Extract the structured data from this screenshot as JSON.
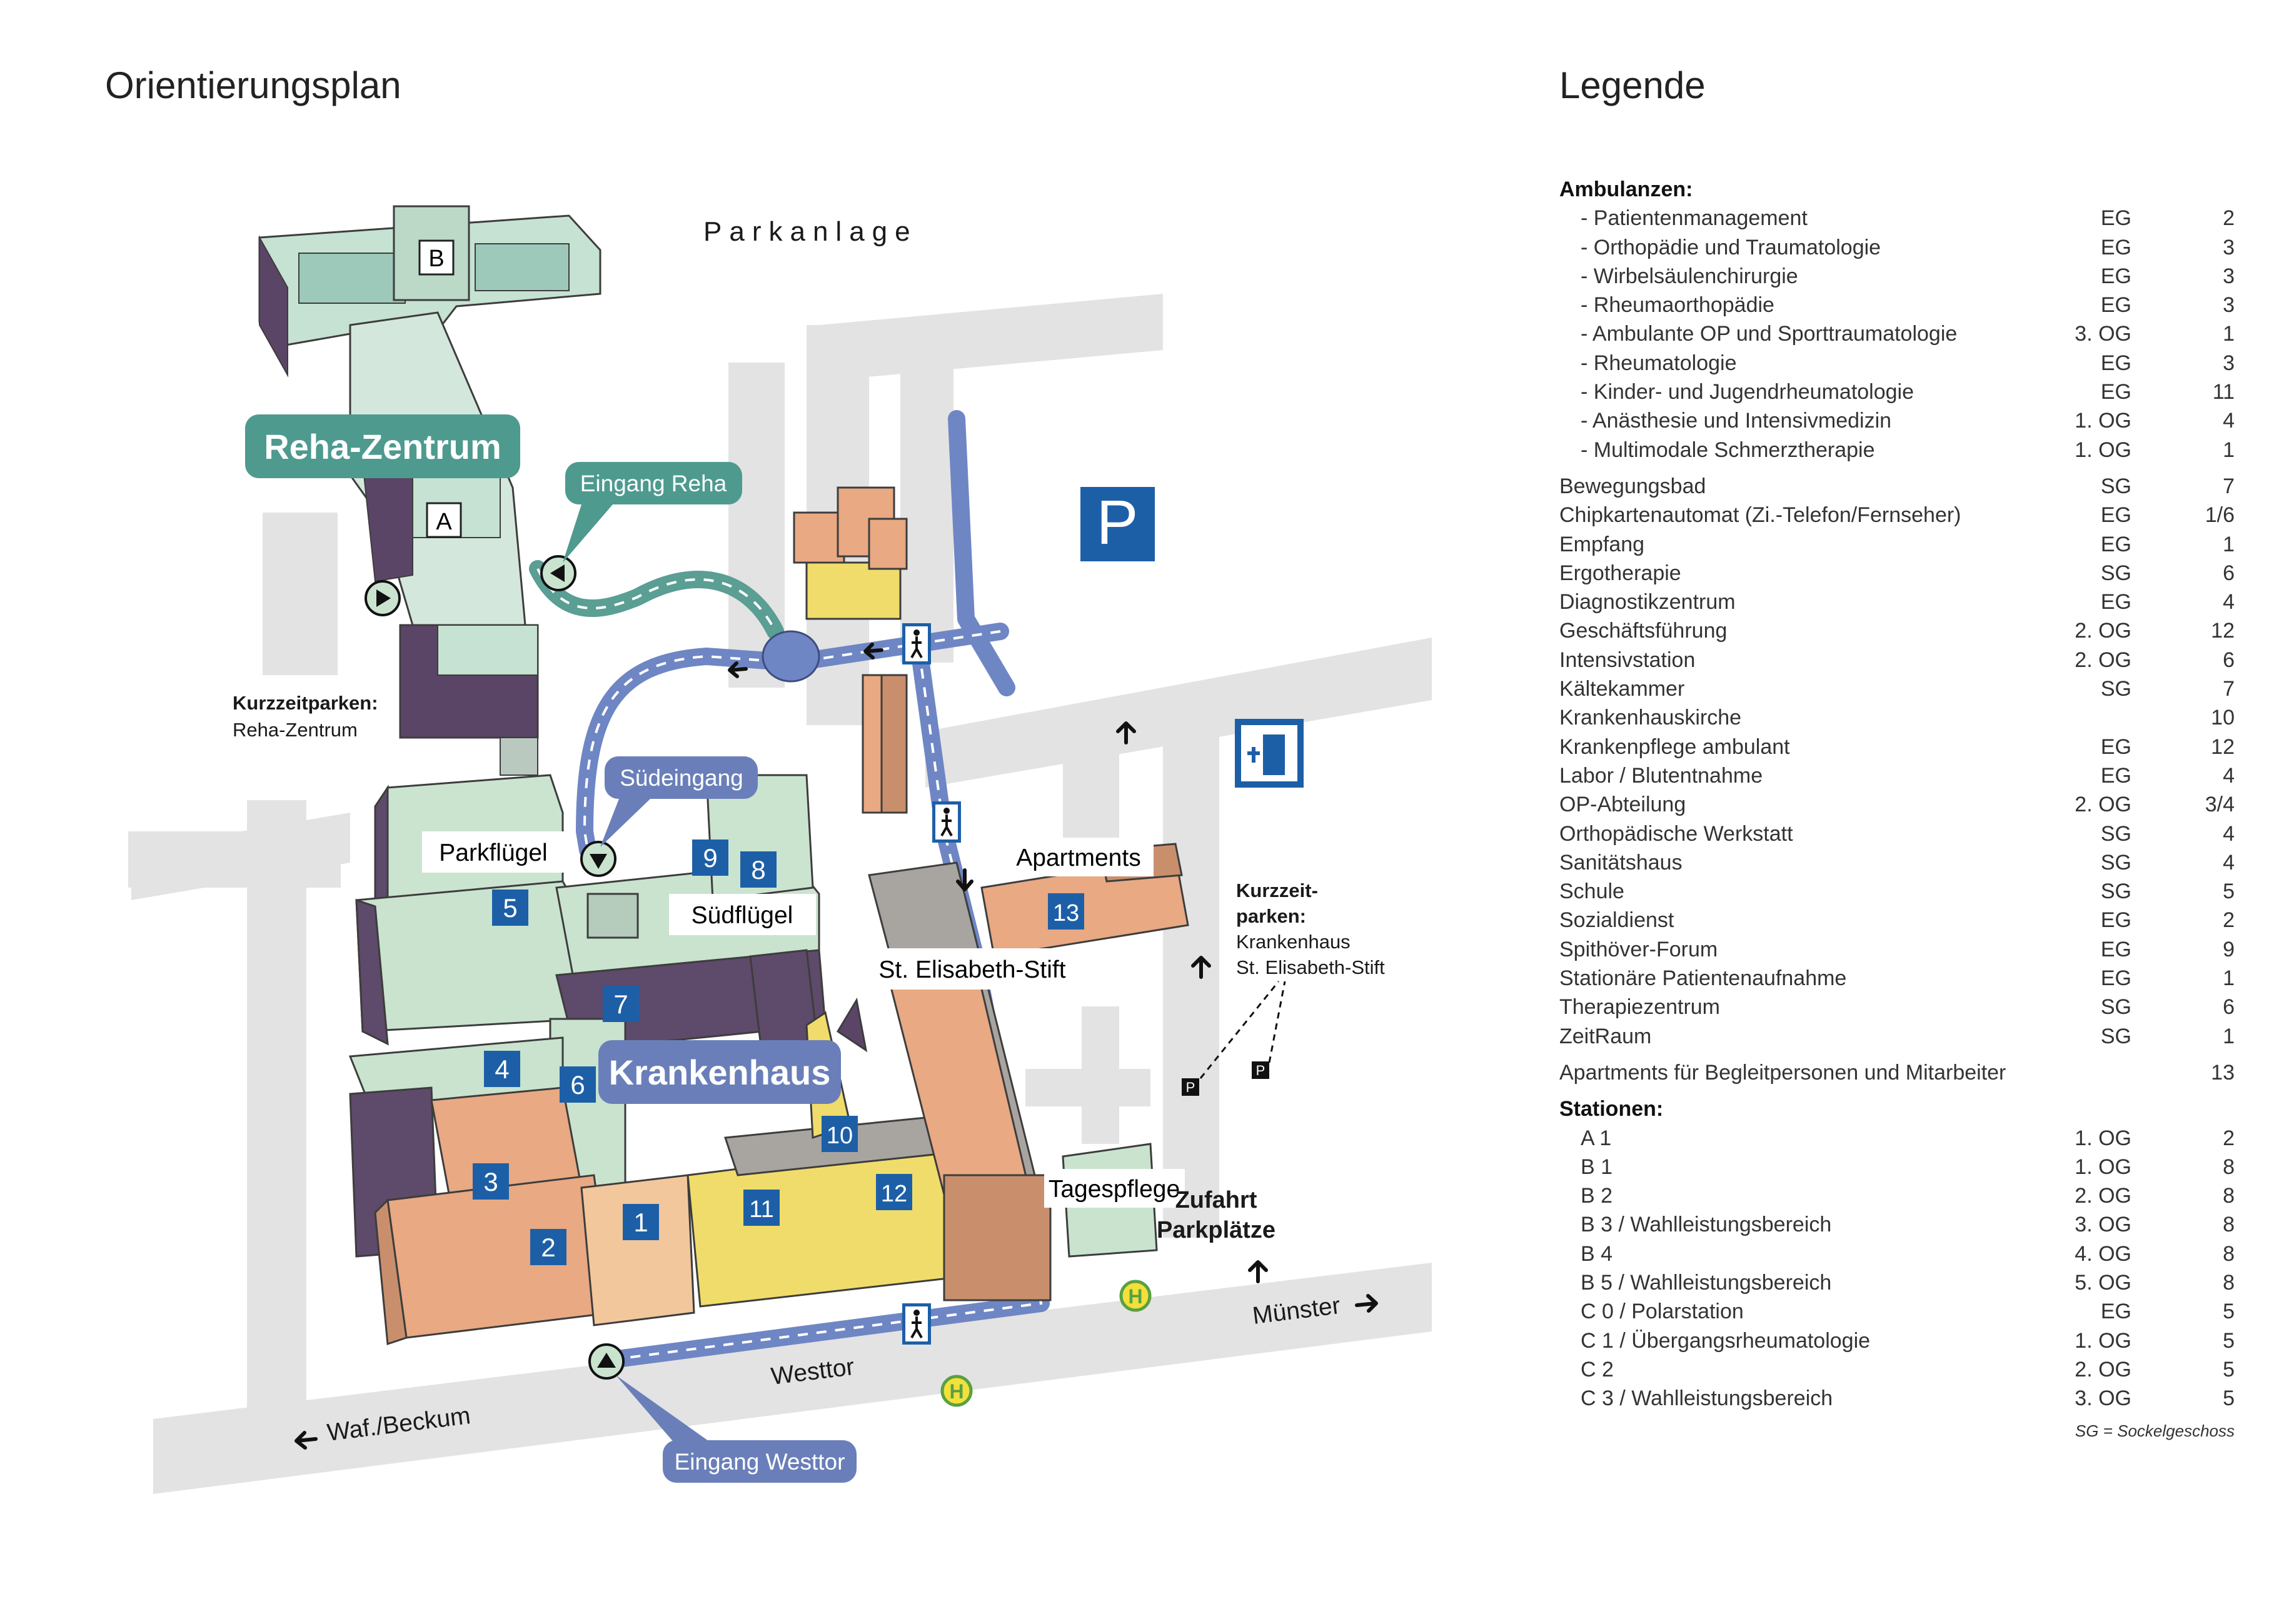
{
  "map_title": "Orientierungsplan",
  "legend_title": "Legende",
  "map": {
    "park": "Parkanlage",
    "reha_zentrum": "Reha-Zentrum",
    "eingang_reha": "Eingang Reha",
    "kurzzeitparken_reha_title": "Kurzzeitparken:",
    "kurzzeitparken_reha_sub": "Reha-Zentrum",
    "suedeingang": "Südeingang",
    "parkfluegel": "Parkflügel",
    "suedfluegel": "Südflügel",
    "st_elisabeth": "St. Elisabeth-Stift",
    "apartments": "Apartments",
    "krankenhaus": "Krankenhaus",
    "tagespflege": "Tagespflege",
    "zufahrt_line1": "Zufahrt",
    "zufahrt_line2": "Parkplätze",
    "kurzzeit_kh_line1": "Kurzzeit-",
    "kurzzeit_kh_line2": "parken:",
    "kurzzeit_kh_line3": "Krankenhaus",
    "kurzzeit_kh_line4": "St. Elisabeth-Stift",
    "muenster": "Münster",
    "westtor": "Westtor",
    "waf_beckum": "Waf./Beckum",
    "eingang_westtor": "Eingang Westtor",
    "building_a": "A",
    "building_b": "B",
    "parking_sign": "P",
    "small_parking_sign": "P",
    "bus_stop": "H",
    "building_numbers": [
      "1",
      "2",
      "3",
      "4",
      "5",
      "6",
      "7",
      "8",
      "9",
      "10",
      "11",
      "12",
      "13"
    ]
  },
  "legend": {
    "ambulanzen_title": "Ambulanzen:",
    "ambulanzen": [
      {
        "name": "- Patientenmanagement",
        "floor": "EG",
        "building": "2"
      },
      {
        "name": "- Orthopädie und Traumatologie",
        "floor": "EG",
        "building": "3"
      },
      {
        "name": "- Wirbelsäulenchirurgie",
        "floor": "EG",
        "building": "3"
      },
      {
        "name": "- Rheumaorthopädie",
        "floor": "EG",
        "building": "3"
      },
      {
        "name": "- Ambulante OP und Sporttraumatologie",
        "floor": "3. OG",
        "building": "1"
      },
      {
        "name": "- Rheumatologie",
        "floor": "EG",
        "building": "3"
      },
      {
        "name": "- Kinder- und Jugendrheumatologie",
        "floor": "EG",
        "building": "11"
      },
      {
        "name": "- Anästhesie und Intensivmedizin",
        "floor": "1. OG",
        "building": "4"
      },
      {
        "name": "- Multimodale Schmerztherapie",
        "floor": "1. OG",
        "building": "1"
      }
    ],
    "general": [
      {
        "name": "Bewegungsbad",
        "floor": "SG",
        "building": "7"
      },
      {
        "name": "Chipkartenautomat (Zi.-Telefon/Fernseher)",
        "floor": "EG",
        "building": "1/6"
      },
      {
        "name": "Empfang",
        "floor": "EG",
        "building": "1"
      },
      {
        "name": "Ergotherapie",
        "floor": "SG",
        "building": "6"
      },
      {
        "name": "Diagnostikzentrum",
        "floor": "EG",
        "building": "4"
      },
      {
        "name": "Geschäftsführung",
        "floor": "2. OG",
        "building": "12"
      },
      {
        "name": "Intensivstation",
        "floor": "2. OG",
        "building": "6"
      },
      {
        "name": "Kältekammer",
        "floor": "SG",
        "building": "7"
      },
      {
        "name": "Krankenhauskirche",
        "floor": "",
        "building": "10"
      },
      {
        "name": "Krankenpflege ambulant",
        "floor": "EG",
        "building": "12"
      },
      {
        "name": "Labor / Blutentnahme",
        "floor": "EG",
        "building": "4"
      },
      {
        "name": "OP-Abteilung",
        "floor": "2. OG",
        "building": "3/4"
      },
      {
        "name": "Orthopädische Werkstatt",
        "floor": "SG",
        "building": "4"
      },
      {
        "name": "Sanitätshaus",
        "floor": "SG",
        "building": "4"
      },
      {
        "name": "Schule",
        "floor": "SG",
        "building": "5"
      },
      {
        "name": "Sozialdienst",
        "floor": "EG",
        "building": "2"
      },
      {
        "name": "Spithöver-Forum",
        "floor": "EG",
        "building": "9"
      },
      {
        "name": "Stationäre Patientenaufnahme",
        "floor": "EG",
        "building": "1"
      },
      {
        "name": "Therapiezentrum",
        "floor": "SG",
        "building": "6"
      },
      {
        "name": "ZeitRaum",
        "floor": "SG",
        "building": "1"
      }
    ],
    "apartments": {
      "name": "Apartments für Begleitpersonen und Mitarbeiter",
      "floor": "",
      "building": "13"
    },
    "stationen_title": "Stationen:",
    "stationen": [
      {
        "name": "A 1",
        "floor": "1. OG",
        "building": "2"
      },
      {
        "name": "B 1",
        "floor": "1. OG",
        "building": "8"
      },
      {
        "name": "B 2",
        "floor": "2. OG",
        "building": "8"
      },
      {
        "name": "B 3 / Wahlleistungsbereich",
        "floor": "3. OG",
        "building": "8"
      },
      {
        "name": "B 4",
        "floor": "4. OG",
        "building": "8"
      },
      {
        "name": "B 5 / Wahlleistungsbereich",
        "floor": "5. OG",
        "building": "8"
      },
      {
        "name": "C 0 / Polarstation",
        "floor": "EG",
        "building": "5"
      },
      {
        "name": "C 1 / Übergangsrheumatologie",
        "floor": "1. OG",
        "building": "5"
      },
      {
        "name": "C 2",
        "floor": "2. OG",
        "building": "5"
      },
      {
        "name": "C 3 / Wahlleistungsbereich",
        "floor": "3. OG",
        "building": "5"
      }
    ],
    "footnote": "SG = Sockelgeschoss"
  },
  "colors": {
    "road": "#e2e2e2",
    "route_blue": "#6f86c4",
    "route_teal": "#5a9e94",
    "label_blue": "#6a7fb9",
    "label_teal": "#4e9a8f",
    "number_box": "#1d5fa7",
    "parking_blue": "#1d5fa7",
    "bus_yellow": "#f2e03b",
    "bus_green": "#5aa042",
    "brick": "#e8a983",
    "green_roof": "#c9e3cf",
    "purple_wall": "#5e4a6a",
    "yellow_church": "#f0dc6a"
  }
}
